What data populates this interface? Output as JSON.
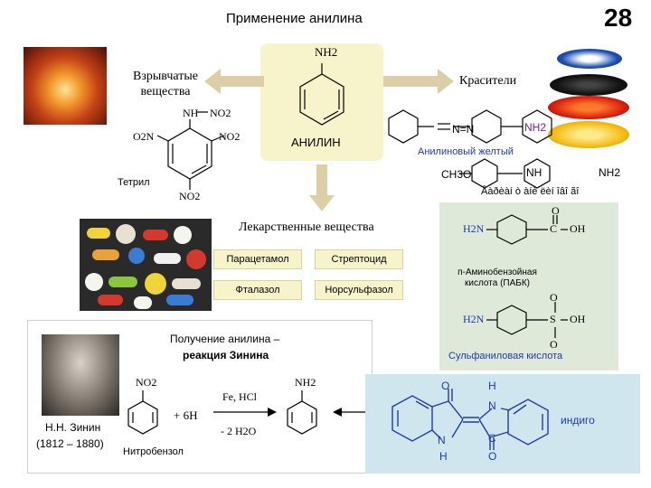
{
  "slide": {
    "title": "Применение анилина",
    "page_number": "28"
  },
  "aniline": {
    "formula_group": "NH2",
    "name": "АНИЛИН"
  },
  "explosives": {
    "label": "Взрывчатые вещества",
    "compound_name": "Тетрил",
    "groups": [
      "NH",
      "NO2",
      "O2N",
      "NO2",
      "NO2"
    ]
  },
  "dyes": {
    "label": "Красители",
    "aniline_yellow": "Анилиновый  желтый",
    "garbled_text": "Âàðèàí ò àíè ëèí îâî ãî",
    "groups": [
      "NH2",
      "CH3O",
      "NH",
      "NH2"
    ]
  },
  "medicines": {
    "label": "Лекарственные вещества",
    "items": [
      "Парацетамол",
      "Стрептоцид",
      "Фталазол",
      "Норсульфазол"
    ]
  },
  "pabk": {
    "group_left": "H2N",
    "group_c": "C",
    "group_oh": "OH",
    "group_o": "O",
    "name": "п-Аминобензойная кислота (ПАБК)"
  },
  "sulfanilic": {
    "group_left": "H2N",
    "group_s": "S",
    "group_oh": "OH",
    "group_o1": "O",
    "group_o2": "O",
    "name": "Сульфаниловая  кислота"
  },
  "zinin": {
    "heading_line1": "Получение анилина –",
    "heading_line2": "реакция  Зинина",
    "person_name": "Н.Н. Зинин",
    "person_years": "(1812 – 1880)",
    "nitrobenzene_group": "NO2",
    "nitrobenzene_name": "Нитробензол",
    "reagent": "+ 6H",
    "catalyst": "Fe, HCl",
    "byproduct": "- 2 H2O",
    "product_group": "NH2"
  },
  "indigo": {
    "label": "индиго",
    "atoms": [
      "O",
      "H",
      "N",
      "N",
      "H",
      "C",
      "O"
    ]
  },
  "colors": {
    "box_fill": "#f7f4cc",
    "arrow_fill": "#dccfa8",
    "panel_green": "#dfe9d9",
    "panel_blue": "#d0e6ee",
    "indigo_blue": "#1f3aa8"
  }
}
